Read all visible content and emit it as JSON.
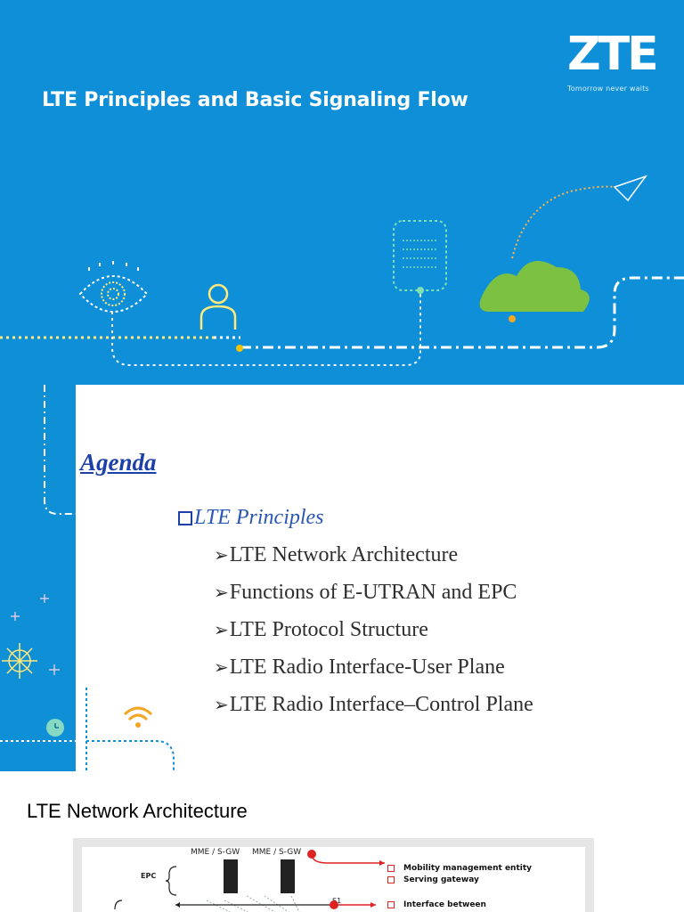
{
  "slide1": {
    "title": "LTE Principles and Basic Signaling Flow",
    "logo": "ZTE",
    "tagline": "Tomorrow never waits",
    "colors": {
      "background": "#0e8fd8",
      "cloud": "#7dc142",
      "dotted_line": "#ffffff",
      "accent_dot": "#f5c400"
    }
  },
  "slide2": {
    "agenda_title": "Agenda",
    "section": "LTE Principles",
    "items": [
      "LTE Network Architecture",
      "Functions of E-UTRAN and EPC",
      "LTE Protocol Structure",
      "LTE Radio Interface-User Plane",
      "LTE Radio Interface–Control Plane"
    ],
    "bullet_glyph": "➢",
    "colors": {
      "title": "#1c3fa8",
      "section": "#2a56b5",
      "items": "#2e2e2e"
    }
  },
  "slide3": {
    "heading": "LTE Network Architecture",
    "diagram": {
      "node_labels": [
        "MME / S-GW",
        "MME / S-GW"
      ],
      "epc_label": "EPC",
      "s1_label": "S1",
      "legend": [
        "Mobility management entity",
        "Serving gateway",
        "Interface between"
      ]
    }
  }
}
